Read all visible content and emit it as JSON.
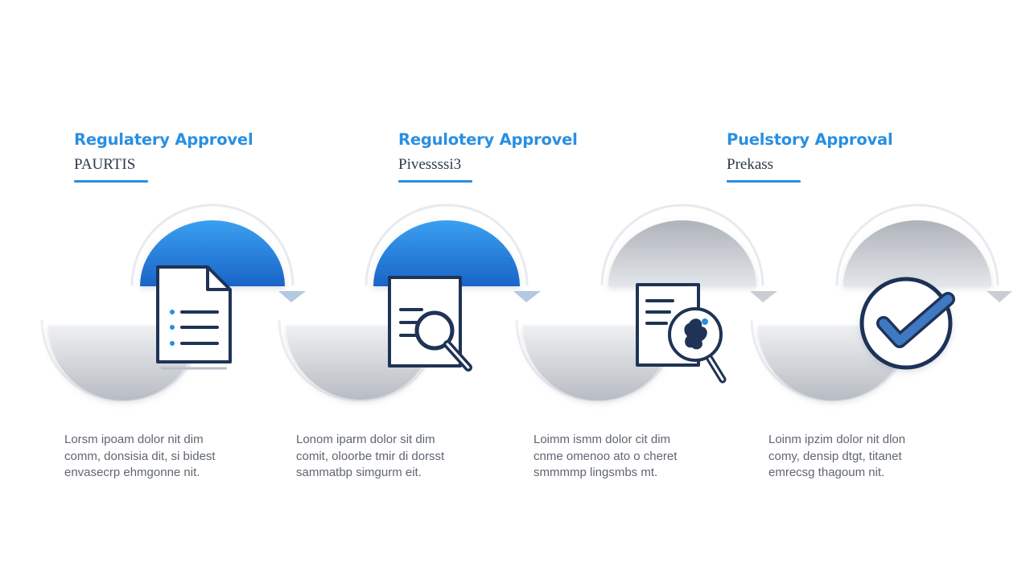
{
  "headings": [
    {
      "title": "Regulatery Approvel",
      "subtitle": "PAURTIS"
    },
    {
      "title": "Regulotery Approvel",
      "subtitle": "Pivessssi3"
    },
    {
      "title": "Puelstory Approval",
      "subtitle": "Prekass"
    }
  ],
  "steps": [
    {
      "icon": "document-list-icon",
      "active": true
    },
    {
      "icon": "document-search-icon",
      "active": true
    },
    {
      "icon": "document-inspect-icon",
      "active": false
    },
    {
      "icon": "checkmark-circle-icon",
      "active": false
    }
  ],
  "captions": [
    [
      "Lorsm ipoam dolor nit dim",
      "comm, donsisia dit, si bidest",
      "envasecrp ehmgonne nit."
    ],
    [
      "Lonom iparm dolor sit dim",
      "comit, oloorbe tmir di dorsst",
      "sammatbp simgurm eit."
    ],
    [
      "Loimm ismm dolor cit dim",
      "cnme omenoo ato o cheret",
      "smmmmp lingsmbs mt."
    ],
    [
      "Loinm ipzim dolor nit dlon",
      "comy, densip dtgt, titanet",
      "emrecsg thagoum nit."
    ]
  ],
  "colors": {
    "accent": "#2a8fe0",
    "accent_dark": "#1a64c8",
    "icon_stroke": "#1f3356",
    "arc_gray": "#b9bec5",
    "arc_light": "#e1e4e8",
    "caption_text": "#5f6670"
  }
}
